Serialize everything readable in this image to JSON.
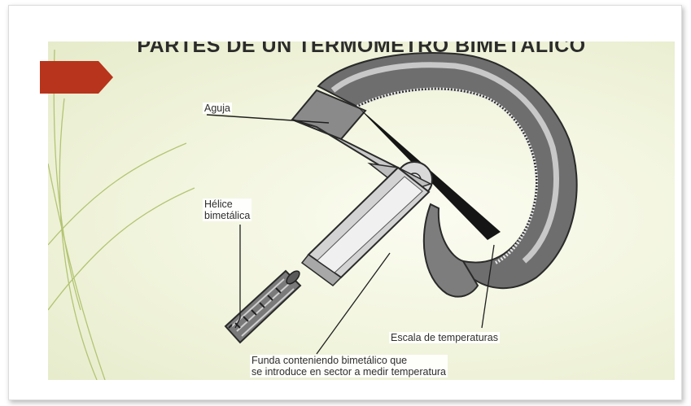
{
  "slide": {
    "title": "PARTES DE UN TERMÓMETRO BIMETÁLICO"
  },
  "labels": {
    "needle": "Aguja",
    "helix_line1": "Hélice",
    "helix_line2": "bimetálica",
    "scale": "Escala de temperaturas",
    "sheath_line1": "Funda conteniendo bimetálico que",
    "sheath_line2": "se introduce en sector a medir temperatura"
  },
  "colors": {
    "accent_arrow": "#b8341c",
    "stem_line": "#a9bd63",
    "title_text": "#2b2b2b"
  }
}
